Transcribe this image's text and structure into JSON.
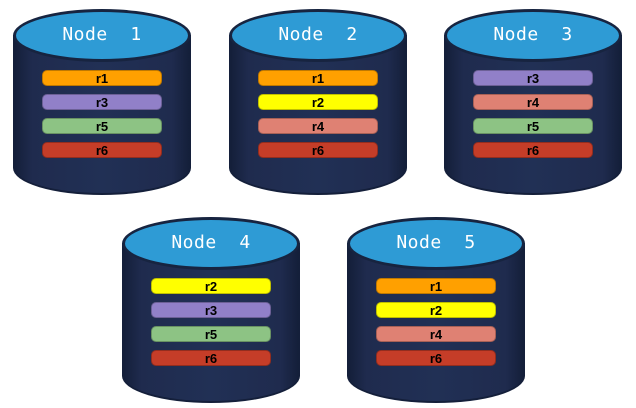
{
  "diagram": {
    "description_hidden": null
  },
  "replica_colors": {
    "r1": "#FFA000",
    "r2": "#FFFF00",
    "r3": "#9180C8",
    "r4": "#DF8173",
    "r5": "#8DC384",
    "r6": "#C53D28"
  },
  "node_colors": {
    "cylinder_body": "#1F2B4E",
    "cylinder_top": "#2E9BD5",
    "outline": "#172440",
    "title_text": "#FFFFFF",
    "bar_text": "#000000",
    "background": "#FFFFFF"
  },
  "nodes": [
    {
      "name": "Node  1",
      "replicas": [
        "r1",
        "r3",
        "r5",
        "r6"
      ]
    },
    {
      "name": "Node  2",
      "replicas": [
        "r1",
        "r2",
        "r4",
        "r6"
      ]
    },
    {
      "name": "Node  3",
      "replicas": [
        "r3",
        "r4",
        "r5",
        "r6"
      ]
    },
    {
      "name": "Node  4",
      "replicas": [
        "r2",
        "r3",
        "r5",
        "r6"
      ]
    },
    {
      "name": "Node  5",
      "replicas": [
        "r1",
        "r2",
        "r4",
        "r6"
      ]
    }
  ]
}
